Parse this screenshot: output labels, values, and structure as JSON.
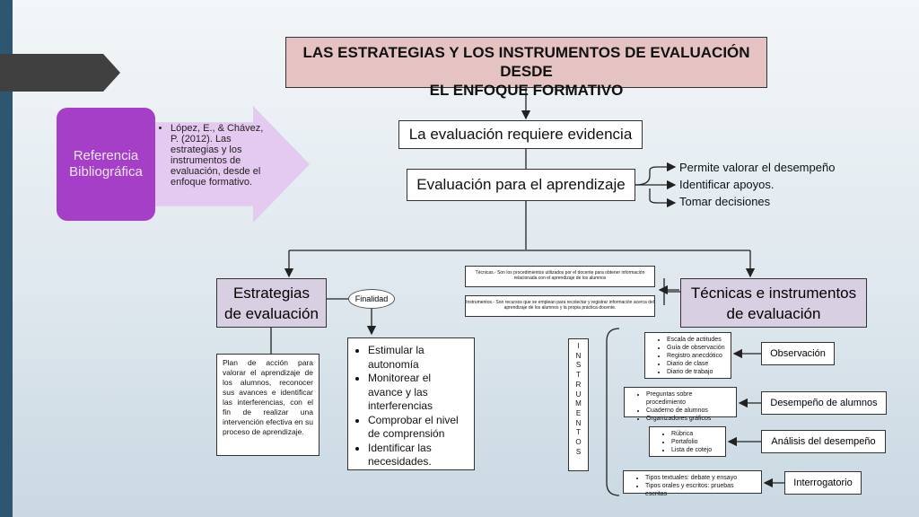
{
  "title": {
    "line1": "LAS ESTRATEGIAS Y LOS INSTRUMENTOS DE EVALUACIÓN DESDE",
    "line2": "EL ENFOQUE FORMATIVO"
  },
  "reference": {
    "label": "Referencia Bibliográfica",
    "text": "López, E., & Chávez, P. (2012). Las estrategias y los instrumentos de evaluación, desde el enfoque formativo."
  },
  "evidence_box": "La evaluación requiere evidencia",
  "learning_box": "Evaluación para el aprendizaje",
  "learning_outcomes": [
    "Permite valorar el desempeño",
    "Identificar apoyos.",
    "Tomar decisiones"
  ],
  "strategies": {
    "title_line1": "Estrategias",
    "title_line2": "de evaluación",
    "definition": "Plan de acción para valorar el aprendizaje de los alumnos, reconocer sus avances e identificar las interferencias, con el fin de realizar una intervención efectiva en su proceso de aprendizaje.",
    "finalidad_label": "Finalidad",
    "purposes": [
      "Estimular la autonomía",
      "Monitorear el avance y las interferencias",
      "Comprobar el nivel de comprensión",
      "Identificar las necesidades."
    ]
  },
  "techniques": {
    "title_line1": "Técnicas e instrumentos",
    "title_line2": "de evaluación",
    "tecnicas_def": "Técnicas.- Son los procedimientos utilizados por el docente para obtener información relacionada con el aprendizaje de los alumnos",
    "instrumentos_def": "Instrumentos.- Son recursos que se emplean para recolectar y registrar información acerca del aprendizaje de los alumnos y la propia práctica docente.",
    "vertical_label": [
      "I",
      "N",
      "S",
      "T",
      "R",
      "U",
      "M",
      "E",
      "N",
      "T",
      "O",
      "S"
    ]
  },
  "technique_groups": [
    {
      "name": "Observación",
      "instruments": [
        "Escala de actitudes",
        "Guía de observación",
        "Registro anecdótico",
        "Diario de clase",
        "Diario de trabajo"
      ]
    },
    {
      "name": "Desempeño de alumnos",
      "instruments": [
        "Preguntas sobre procedimiento",
        "Cuaderno de alumnos",
        "Organizadores gráficos"
      ]
    },
    {
      "name": "Análisis del desempeño",
      "instruments": [
        "Rúbrica",
        "Portafolio",
        "Lista de cotejo"
      ]
    },
    {
      "name": "Interrogatorio",
      "instruments": [
        "Tipos textuales: debate y ensayo",
        "Tipos orales y escritos: pruebas escritas"
      ]
    }
  ]
}
